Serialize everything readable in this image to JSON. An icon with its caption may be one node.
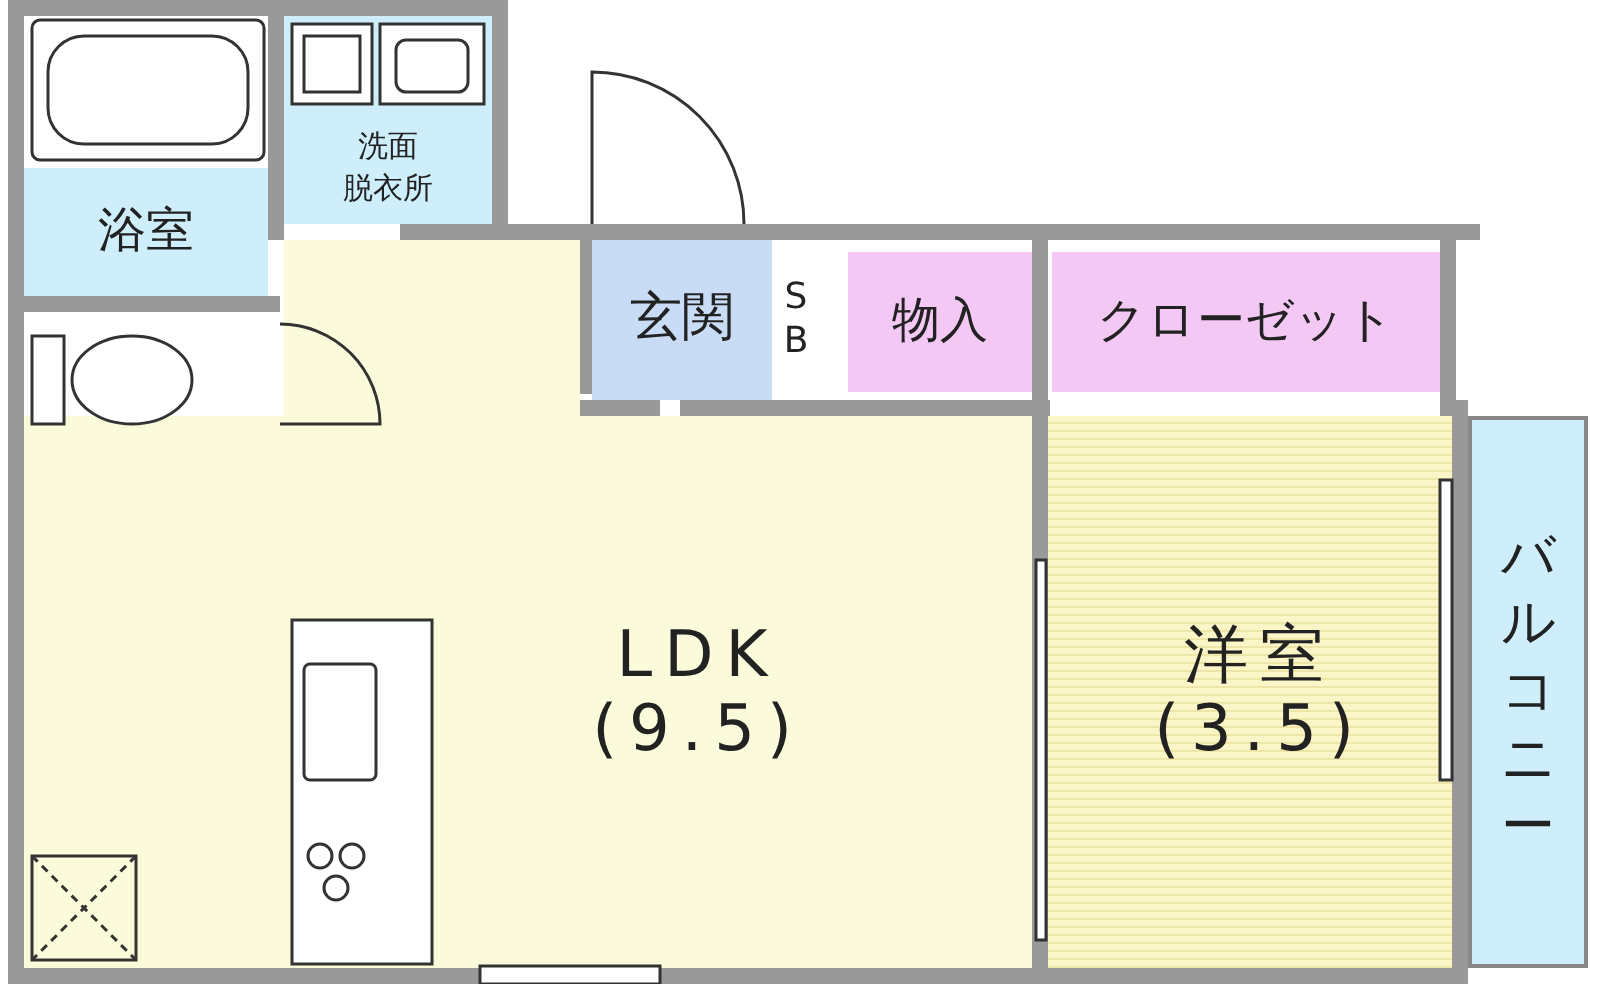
{
  "diagram": {
    "nodes": [
      {
        "text": [
          "浴室"
        ]
      },
      {
        "text": [
          "洗面脱衣所"
        ]
      },
      {
        "text": [
          "玄関"
        ]
      },
      {
        "text": [
          "SB"
        ]
      },
      {
        "text": [
          "物入"
        ]
      },
      {
        "text": [
          "クローゼット"
        ]
      },
      {
        "text": [
          "LDK",
          "(9.5)"
        ]
      },
      {
        "text": [
          "洋室",
          "(3.5)"
        ]
      },
      {
        "text": [
          "バルコニー"
        ]
      }
    ]
  }
}
